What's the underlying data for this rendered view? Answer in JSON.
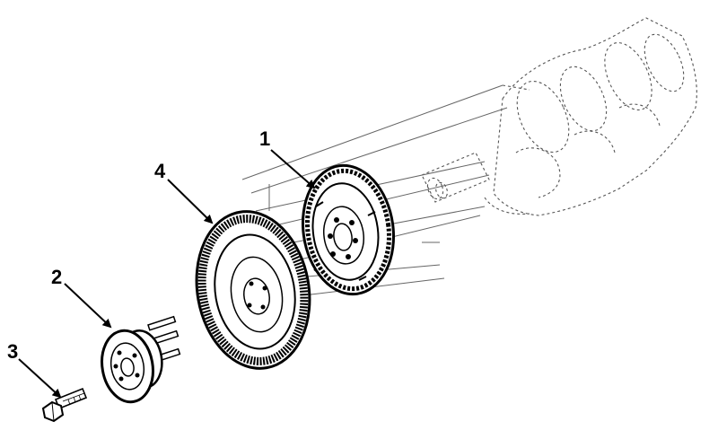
{
  "diagram": {
    "callouts": [
      {
        "id": "1",
        "label": "1"
      },
      {
        "id": "2",
        "label": "2"
      },
      {
        "id": "3",
        "label": "3"
      },
      {
        "id": "4",
        "label": "4"
      }
    ],
    "colors": {
      "ink": "#000000",
      "ghost": "#555555",
      "background": "#ffffff"
    }
  }
}
